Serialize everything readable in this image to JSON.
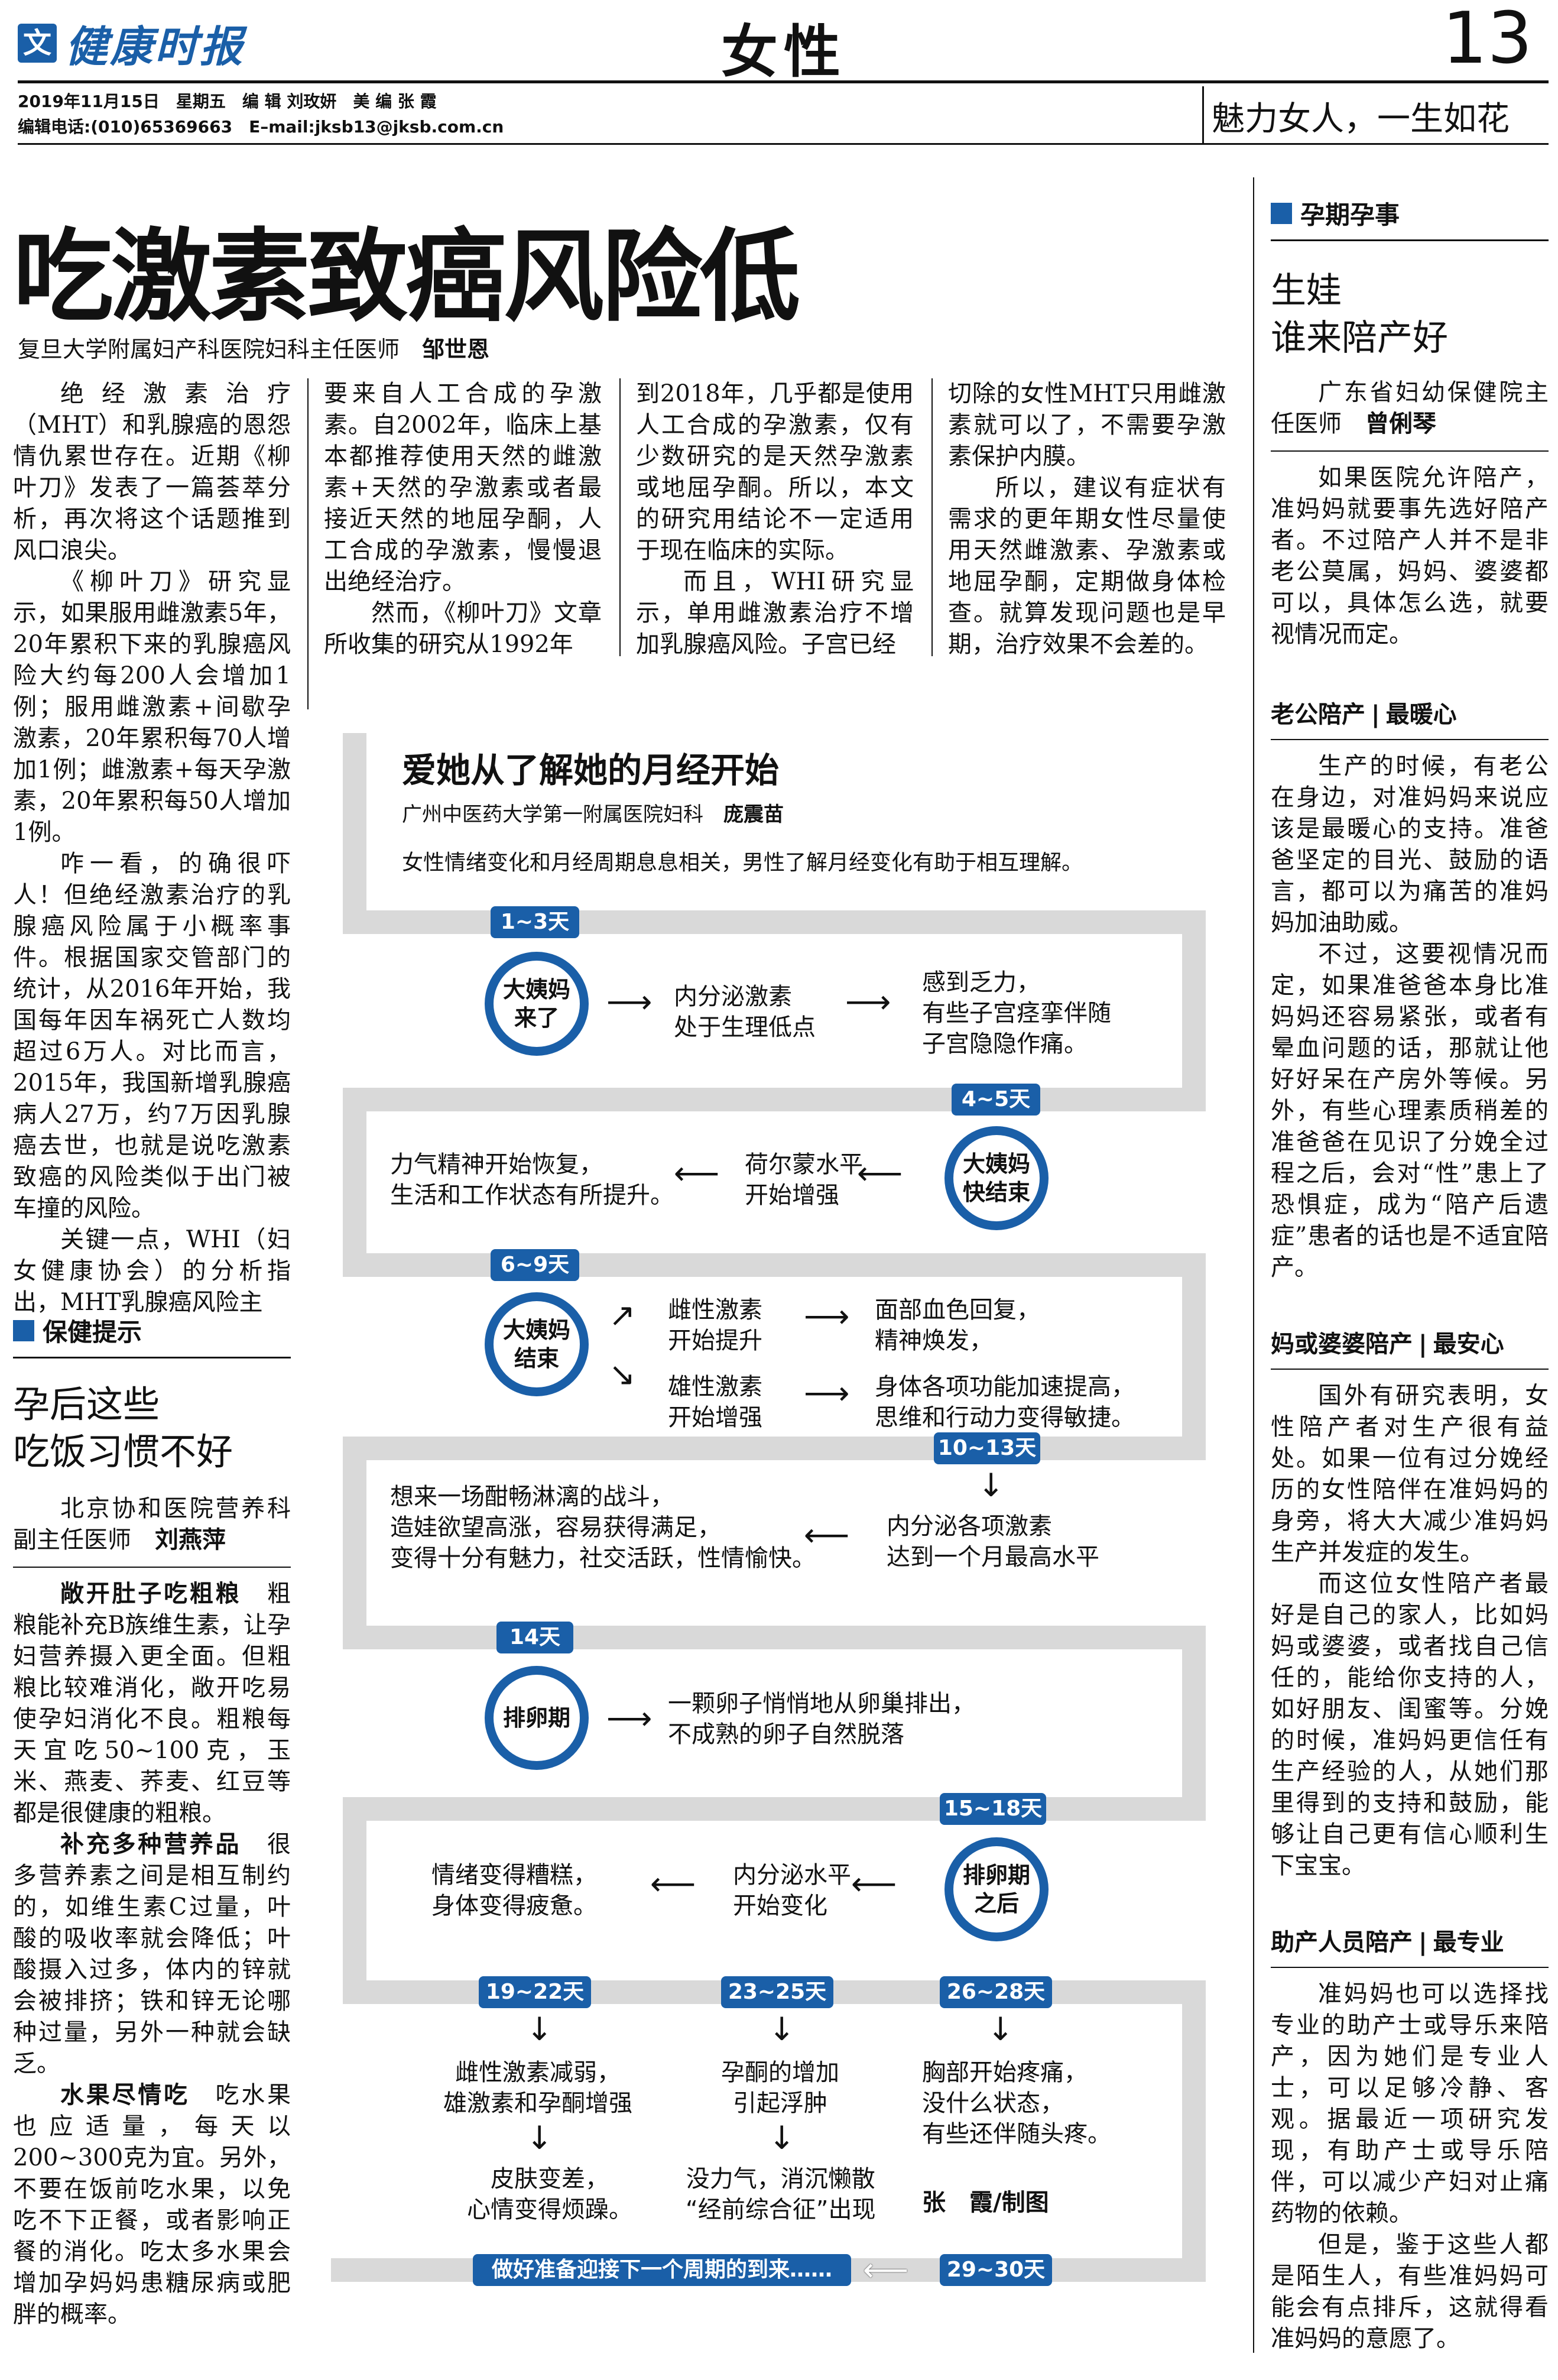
{
  "masthead": {
    "logo_text": "健康时报",
    "section": "女性",
    "page_number": "13",
    "dateline": "2019年11月15日　星期五　编 辑 刘玫妍　美 编 张 霞",
    "contact": "编辑电话:(010)65369663　E–mail:jksb13@jksb.com.cn",
    "slogan": "魅力女人，一生如花"
  },
  "main_article": {
    "headline": "吃激素致癌风险低",
    "byline": "复旦大学附属妇产科医院妇科主任医师　",
    "byline_name": "邹世恩",
    "col1": [
      "绝经激素治疗（MHT）和乳腺癌的恩怨情仇累世存在。近期《柳叶刀》发表了一篇荟萃分析，再次将这个话题推到风口浪尖。",
      "《柳叶刀》研究显示，如果服用雌激素5年，20年累积下来的乳腺癌风险大约每200人会增加1例；服用雌激素+间歇孕激素，20年累积每70人增加1例；雌激素+每天孕激素，20年累积每50人增加1例。",
      "咋一看，的确很吓人！但绝经激素治疗的乳腺癌风险属于小概率事件。根据国家交管部门的统计，从2016年开始，我国每年因车祸死亡人数均超过6万人。对比而言，2015年，我国新增乳腺癌病人27万，约7万因乳腺癌去世，也就是说吃激素致癌的风险类似于出门被车撞的风险。",
      "关键一点，WHI（妇女健康协会）的分析指出，MHT乳腺癌风险主"
    ],
    "col2": [
      "要来自人工合成的孕激素。自2002年，临床上基本都推荐使用天然的雌激素+天然的孕激素或者最接近天然的地屈孕酮，人工合成的孕激素，慢慢退出绝经治疗。",
      "然而，《柳叶刀》文章所收集的研究从1992年"
    ],
    "col3": [
      "到2018年，几乎都是使用人工合成的孕激素，仅有少数研究的是天然孕激素或地屈孕酮。所以，本文的研究用结论不一定适用于现在临床的实际。",
      "而且，WHI研究显示，单用雌激素治疗不增加乳腺癌风险。子宫已经"
    ],
    "col4": [
      "切除的女性MHT只用雌激素就可以了，不需要孕激素保护内膜。",
      "所以，建议有症状有需求的更年期女性尽量使用天然雌激素、孕激素或地屈孕酮，定期做身体检查。就算发现问题也是早期，治疗效果不会差的。"
    ]
  },
  "health_tips": {
    "section_label": "保健提示",
    "title_line1": "孕后这些",
    "title_line2": "吃饭习惯不好",
    "author": "北京协和医院营养科副主任医师　",
    "author_name": "刘燕萍",
    "p1_bold": "敞开肚子吃粗粮",
    "p1": "　粗粮能补充B族维生素，让孕妇营养摄入更全面。但粗粮比较难消化，敞开吃易使孕妇消化不良。粗粮每天宜吃50~100克，玉米、燕麦、荞麦、红豆等都是很健康的粗粮。",
    "p2_bold": "补充多种营养品",
    "p2": "　很多营养素之间是相互制约的，如维生素C过量，叶酸的吸收率就会降低；叶酸摄入过多，体内的锌就会被排挤；铁和锌无论哪种过量，另外一种就会缺乏。",
    "p3_bold": "水果尽情吃",
    "p3": "　吃水果也应适量，每天以200~300克为宜。另外，不要在饭前吃水果，以免吃不下正餐，或者影响正餐的消化。吃太多水果会增加孕妈妈患糖尿病或肥胖的概率。"
  },
  "infographic": {
    "title": "爱她从了解她的月经开始",
    "author": "广州中医药大学第一附属医院妇科　",
    "author_name": "庞震苗",
    "intro": "女性情绪变化和月经周期息息相关，男性了解月经变化有助于相互理解。",
    "p_1_3": "1~3天",
    "c_laile": "大姨妈\n来了",
    "t_1a": "内分泌激素\n处于生理低点",
    "t_1b": "感到乏力，\n有些子宫痉挛伴随\n子宫隐隐作痛。",
    "p_4_5": "4~5天",
    "c_kuaijieshu": "大姨妈\n快结束",
    "t_4a": "荷尔蒙水平\n开始增强",
    "t_4b": "力气精神开始恢复，\n生活和工作状态有所提升。",
    "p_6_9": "6~9天",
    "c_jieshu": "大姨妈\n结束",
    "t_6a": "雌性激素\n开始提升",
    "t_6b": "面部血色回复，\n精神焕发，",
    "t_6c": "雄性激素\n开始增强",
    "t_6d": "身体各项功能加速提高，\n思维和行动力变得敏捷。",
    "p_10_13": "10~13天",
    "t_10a": "内分泌各项激素\n达到一个月最高水平",
    "t_10b": "想来一场酣畅淋漓的战斗，\n造娃欲望高涨，容易获得满足，\n变得十分有魅力，社交活跃，性情愉快。",
    "p_14": "14天",
    "c_pailuan": "排卵期",
    "t_14": "一颗卵子悄悄地从卵巢排出，\n不成熟的卵子自然脱落",
    "p_15_18": "15~18天",
    "c_houqi": "排卵期\n之后",
    "t_15a": "内分泌水平\n开始变化",
    "t_15b": "情绪变得糟糕，\n身体变得疲惫。",
    "p_19_22": "19~22天",
    "t_19a": "雌性激素减弱，\n雄激素和孕酮增强",
    "t_19b": "皮肤变差，\n心情变得烦躁。",
    "p_23_25": "23~25天",
    "t_23a": "孕酮的增加\n引起浮肿",
    "t_23b": "没力气，消沉懒散\n“经前综合征”出现",
    "p_26_28": "26~28天",
    "t_26": "胸部开始疼痛，\n没什么状态，\n有些还伴随头疼。",
    "credit": "张　霞/制图",
    "p_29_30": "29~30天",
    "p_next": "做好准备迎接下一个周期的到来……"
  },
  "sidebar": {
    "section_label": "孕期孕事",
    "title_line1": "生娃",
    "title_line2": "谁来陪产好",
    "author": "广东省妇幼保健院主任医师　",
    "author_name": "曾俐琴",
    "intro": "如果医院允许陪产，准妈妈就要事先选好陪产者。不过陪产人并不是非老公莫属，妈妈、婆婆都可以，具体怎么选，就要视情况而定。",
    "h1a": "老公陪产",
    "h1b": "最暖心",
    "s1p1": "生产的时候，有老公在身边，对准妈妈来说应该是最暖心的支持。准爸爸坚定的目光、鼓励的语言，都可以为痛苦的准妈妈加油助威。",
    "s1p2": "不过，这要视情况而定，如果准爸爸本身比准妈妈还容易紧张，或者有晕血问题的话，那就让他好好呆在产房外等候。另外，有些心理素质稍差的准爸爸在见识了分娩全过程之后，会对“性”患上了恐惧症，成为“陪产后遗症”患者的话也是不适宜陪产。",
    "h2a": "妈或婆婆陪产",
    "h2b": "最安心",
    "s2p1": "国外有研究表明，女性陪产者对生产很有益处。如果一位有过分娩经历的女性陪伴在准妈妈的身旁，将大大减少准妈妈生产并发症的发生。",
    "s2p2": "而这位女性陪产者最好是自己的家人，比如妈妈或婆婆，或者找自己信任的，能给你支持的人，如好朋友、闺蜜等。分娩的时候，准妈妈更信任有生产经验的人，从她们那里得到的支持和鼓励，能够让自己更有信心顺利生下宝宝。",
    "h3a": "助产人员陪产",
    "h3b": "最专业",
    "s3p1": "准妈妈也可以选择找专业的助产士或导乐来陪产，因为她们是专业人士，可以足够冷静、客观。据最近一项研究发现，有助产士或导乐陪伴，可以减少产妇对止痛药物的依赖。",
    "s3p2": "但是，鉴于这些人都是陌生人，有些准妈妈可能会有点排斥，这就得看准妈妈的意愿了。"
  }
}
